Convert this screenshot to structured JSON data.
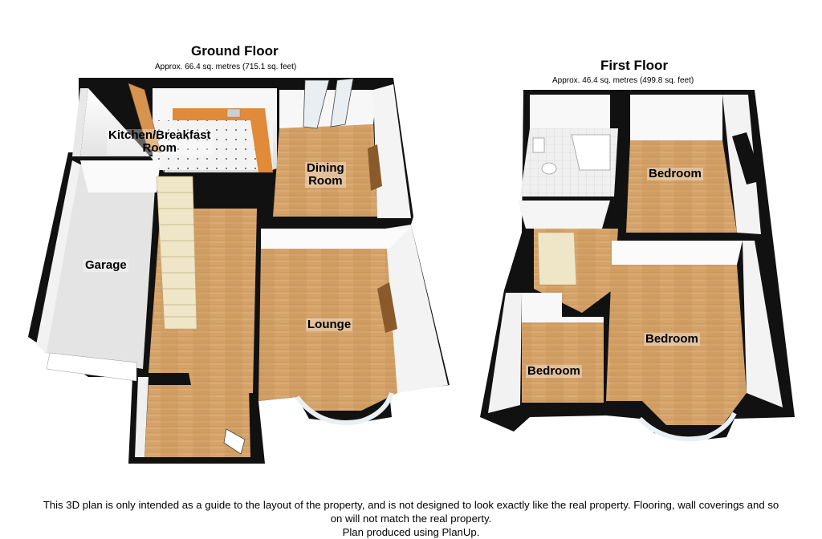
{
  "ground_floor": {
    "title": "Ground Floor",
    "area": "Approx.  66.4 sq. metres (715.1 sq. feet)",
    "rooms": {
      "kitchen_line1": "Kitchen/Breakfast",
      "kitchen_line2": "Room",
      "dining_line1": "Dining",
      "dining_line2": "Room",
      "garage": "Garage",
      "lounge": "Lounge"
    }
  },
  "first_floor": {
    "title": "First Floor",
    "area": "Approx.  46.4 sq. metres (499.8 sq. feet)",
    "rooms": {
      "bedroom_top": "Bedroom",
      "bedroom_right": "Bedroom",
      "bedroom_left": "Bedroom"
    }
  },
  "disclaimer": {
    "line1": "This 3D plan is only intended as a guide to the layout of the property, and is not designed to look exactly like the real property. Flooring, wall coverings and so",
    "line2": "on will not match the real property.",
    "line3": "Plan produced using PlanUp."
  },
  "colors": {
    "wall": "#111111",
    "wood_floor": "#d4a36a",
    "tile_floor": "#f2f2f2",
    "garage_floor": "#e6e6e6",
    "wall_inner": "#f4f4f4",
    "counter": "#e08a3a"
  }
}
